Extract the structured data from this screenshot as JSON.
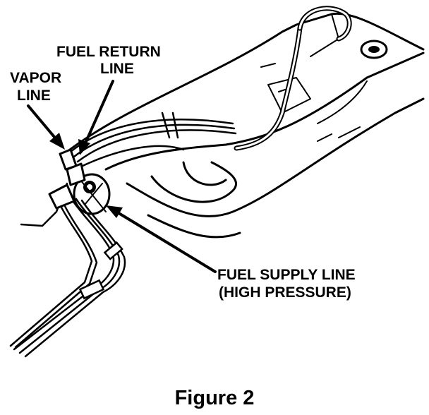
{
  "labels": {
    "vapor_line_1": "VAPOR",
    "vapor_line_2": "LINE",
    "fuel_return_1": "FUEL RETURN",
    "fuel_return_2": "LINE",
    "fuel_supply_1": "FUEL SUPPLY LINE",
    "fuel_supply_2": "(HIGH PRESSURE)"
  },
  "caption": "Figure 2"
}
